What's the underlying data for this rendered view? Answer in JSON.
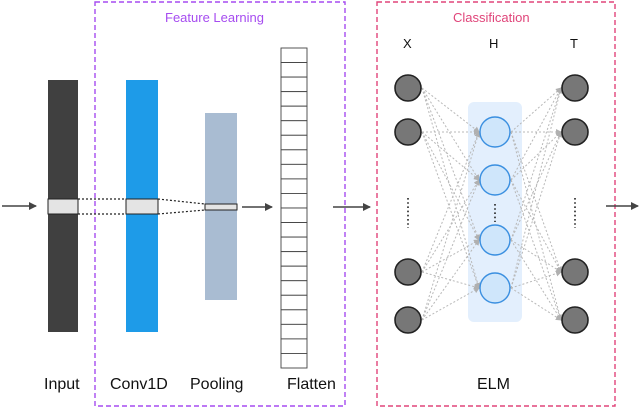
{
  "panels": {
    "feature_learning": {
      "title": "Feature Learning",
      "color": "#a64cf0"
    },
    "classification": {
      "title": "Classification",
      "color": "#e0457a"
    }
  },
  "stages": {
    "input": "Input",
    "conv1d": "Conv1D",
    "pooling": "Pooling",
    "flatten": "Flatten",
    "elm": "ELM"
  },
  "elm": {
    "input_layer": "X",
    "hidden_layer": "H",
    "output_layer": "T"
  },
  "colors": {
    "input_bar": "#404040",
    "conv_bar": "#1e9be8",
    "pool_bar": "#a9bcd2",
    "node_dark": "#777777",
    "node_hidden": "#cfe6fb",
    "hidden_panel": "#e3effd"
  }
}
